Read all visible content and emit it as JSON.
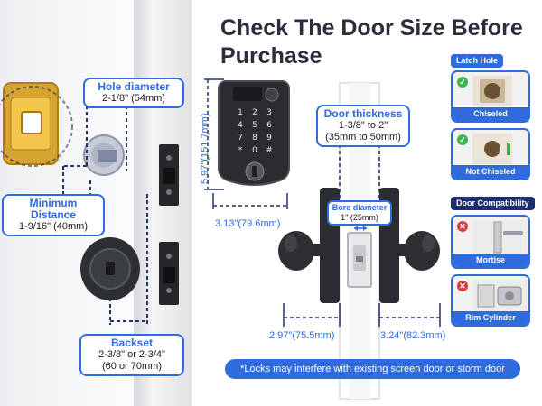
{
  "title": "Check The Door Size Before Purchase",
  "callouts": {
    "hole_diameter": {
      "heading": "Hole diameter",
      "value": "2-1/8\" (54mm)"
    },
    "minimum_distance": {
      "heading": "Minimum Distance",
      "value": "1-9/16\" (40mm)"
    },
    "backset": {
      "heading": "Backset",
      "line1": "2-3/8\" or 2-3/4\"",
      "line2": "(60 or 70mm)"
    },
    "door_thickness": {
      "heading": "Door thickness",
      "line1": "1-3/8\" to 2\"",
      "line2": "(35mm to 50mm)"
    },
    "bore_diameter": {
      "heading": "Bore diameter",
      "value": "1\" (25mm)"
    }
  },
  "dimensions": {
    "lock_height": "5.97\"(151.7mm)",
    "lock_width": "3.13\"(79.6mm)",
    "inside_depth": "2.97\"(75.5mm)",
    "outside_depth": "3.24\"(82.3mm)"
  },
  "sidebar": {
    "latch_tag": "Latch Hole",
    "chiseled": "Chiseled",
    "not_chiseled": "Not Chiseled",
    "compat_tag": "Door Compatibility",
    "mortise": "Mortise",
    "rim_cylinder": "Rim Cylinder"
  },
  "note": "*Locks may interfere with existing screen door or storm door",
  "keypad": [
    "1",
    "2",
    "3",
    "4",
    "5",
    "6",
    "7",
    "8",
    "9",
    "*",
    "0",
    "#"
  ],
  "colors": {
    "accent": "#2f6bdc",
    "dark": "#2b2d3a",
    "ok": "#39b54a",
    "bad": "#e0393e"
  }
}
